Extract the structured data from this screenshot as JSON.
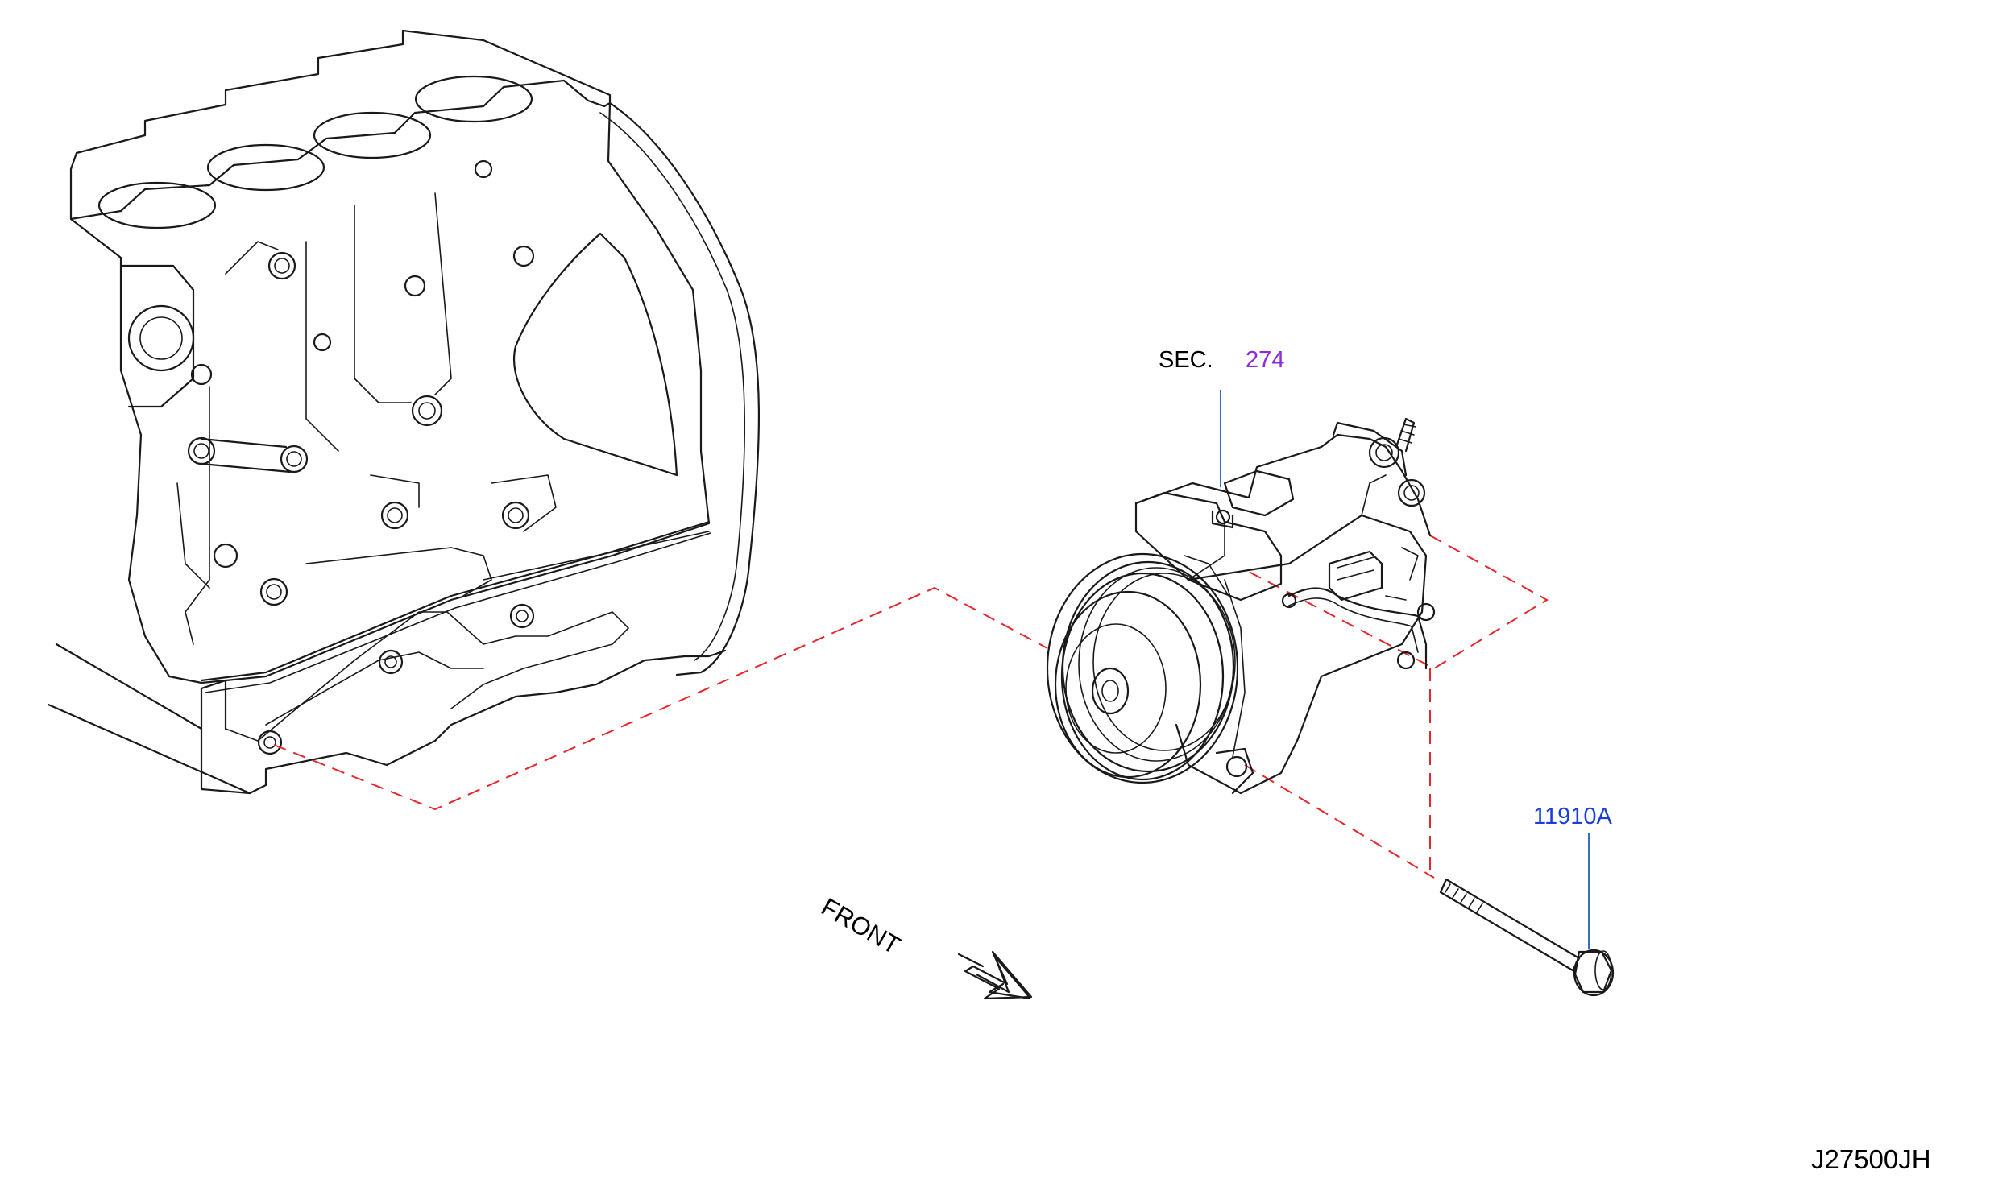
{
  "labels": {
    "sec_prefix": "SEC.",
    "sec_number": "274",
    "part_number": "11910A",
    "front": "FRONT",
    "drawing_code": "J27500JH"
  },
  "colors": {
    "line": "#1a1a1a",
    "dashed_guide": "#e8262b",
    "leader": "#1f5fbf",
    "sec_number": "#8a2be2",
    "part_number": "#1a3fd6",
    "text": "#000000"
  }
}
